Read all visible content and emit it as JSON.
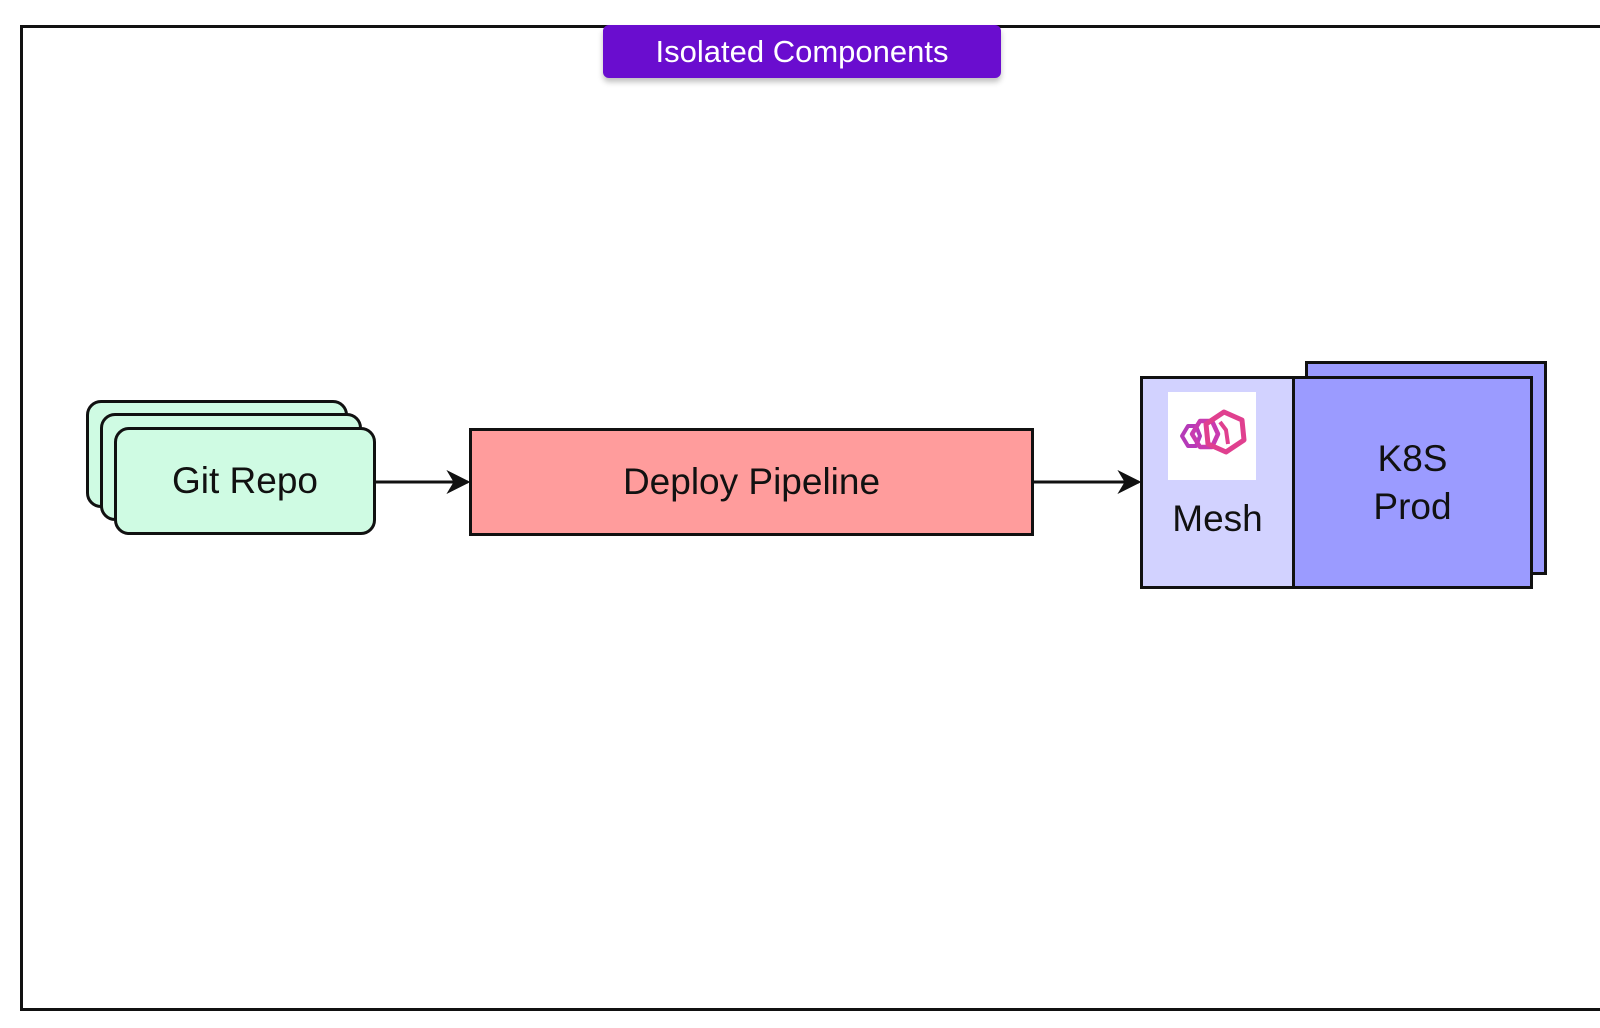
{
  "diagram": {
    "title": "Isolated Components",
    "nodes": {
      "git_repo": {
        "label": "Git Repo"
      },
      "deploy_pipeline": {
        "label": "Deploy Pipeline"
      },
      "mesh": {
        "label": "Mesh",
        "icon": "envoy-mesh-icon"
      },
      "k8s_prod": {
        "line1": "K8S",
        "line2": "Prod"
      }
    },
    "edges": [
      {
        "from": "Git Repo",
        "to": "Deploy Pipeline"
      },
      {
        "from": "Deploy Pipeline",
        "to": "Mesh"
      }
    ],
    "colors": {
      "title_badge": "#6a0dcf",
      "git_repo": "#cffbe3",
      "deploy_pipeline": "#ff9c9c",
      "mesh": "#d2d2ff",
      "k8s_prod": "#9b9bff",
      "mesh_logo": "#d63aa6"
    }
  }
}
